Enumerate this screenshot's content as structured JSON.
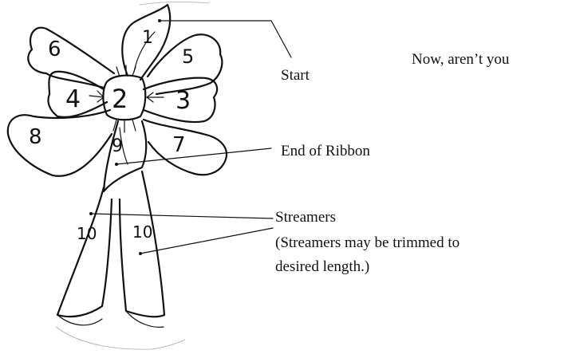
{
  "diagram": {
    "loop_numbers": [
      "1",
      "2",
      "3",
      "4",
      "5",
      "6",
      "7",
      "8",
      "9",
      "10",
      "10"
    ],
    "labels": {
      "start": "Start",
      "end": "End of Ribbon",
      "streamers": "Streamers",
      "streamers_note_1": "(Streamers may be trimmed to",
      "streamers_note_2": "desired length.)"
    },
    "caption": "Now, aren’t you"
  }
}
